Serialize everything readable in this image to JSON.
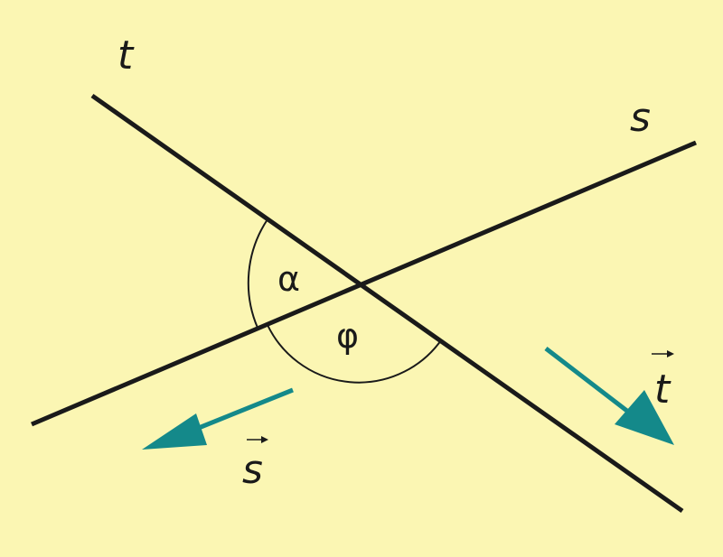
{
  "labels": {
    "line_t": "t",
    "line_s": "s",
    "angle_alpha": "α",
    "angle_phi": "φ",
    "vector_t": "t",
    "vector_s": "s"
  },
  "colors": {
    "background": "#FBF6B3",
    "line": "#1a1a1a",
    "vector": "#14898A"
  }
}
